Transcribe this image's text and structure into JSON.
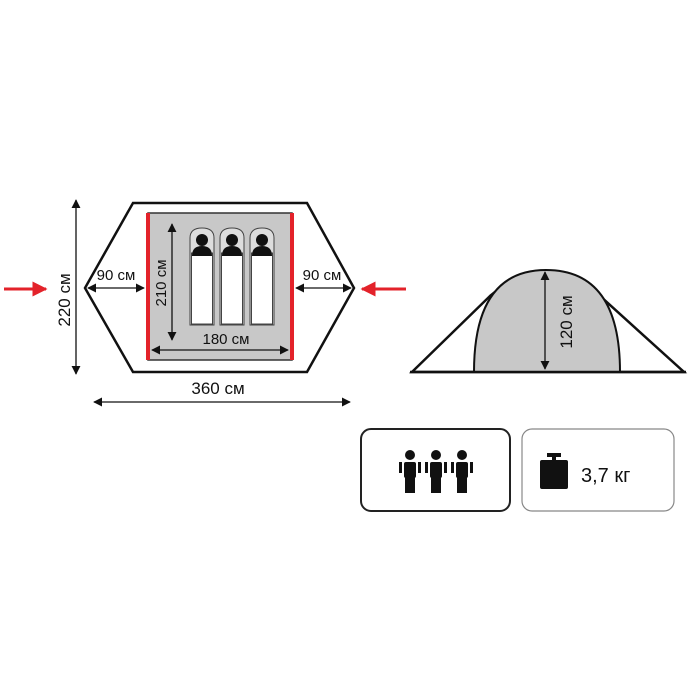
{
  "top_view": {
    "width_total": "360 см",
    "depth_total": "220 см",
    "vestibule_left": "90 см",
    "vestibule_right": "90 см",
    "inner_length": "210 см",
    "inner_width": "180 см",
    "sleepers": 3
  },
  "side_view": {
    "height": "120 см"
  },
  "specs": {
    "capacity_icon": "three-people-icon",
    "weight_icon": "weight-icon",
    "weight": "3,7 кг"
  },
  "colors": {
    "accent_red": "#e3222a",
    "inner_gray": "#c8c8c8"
  }
}
